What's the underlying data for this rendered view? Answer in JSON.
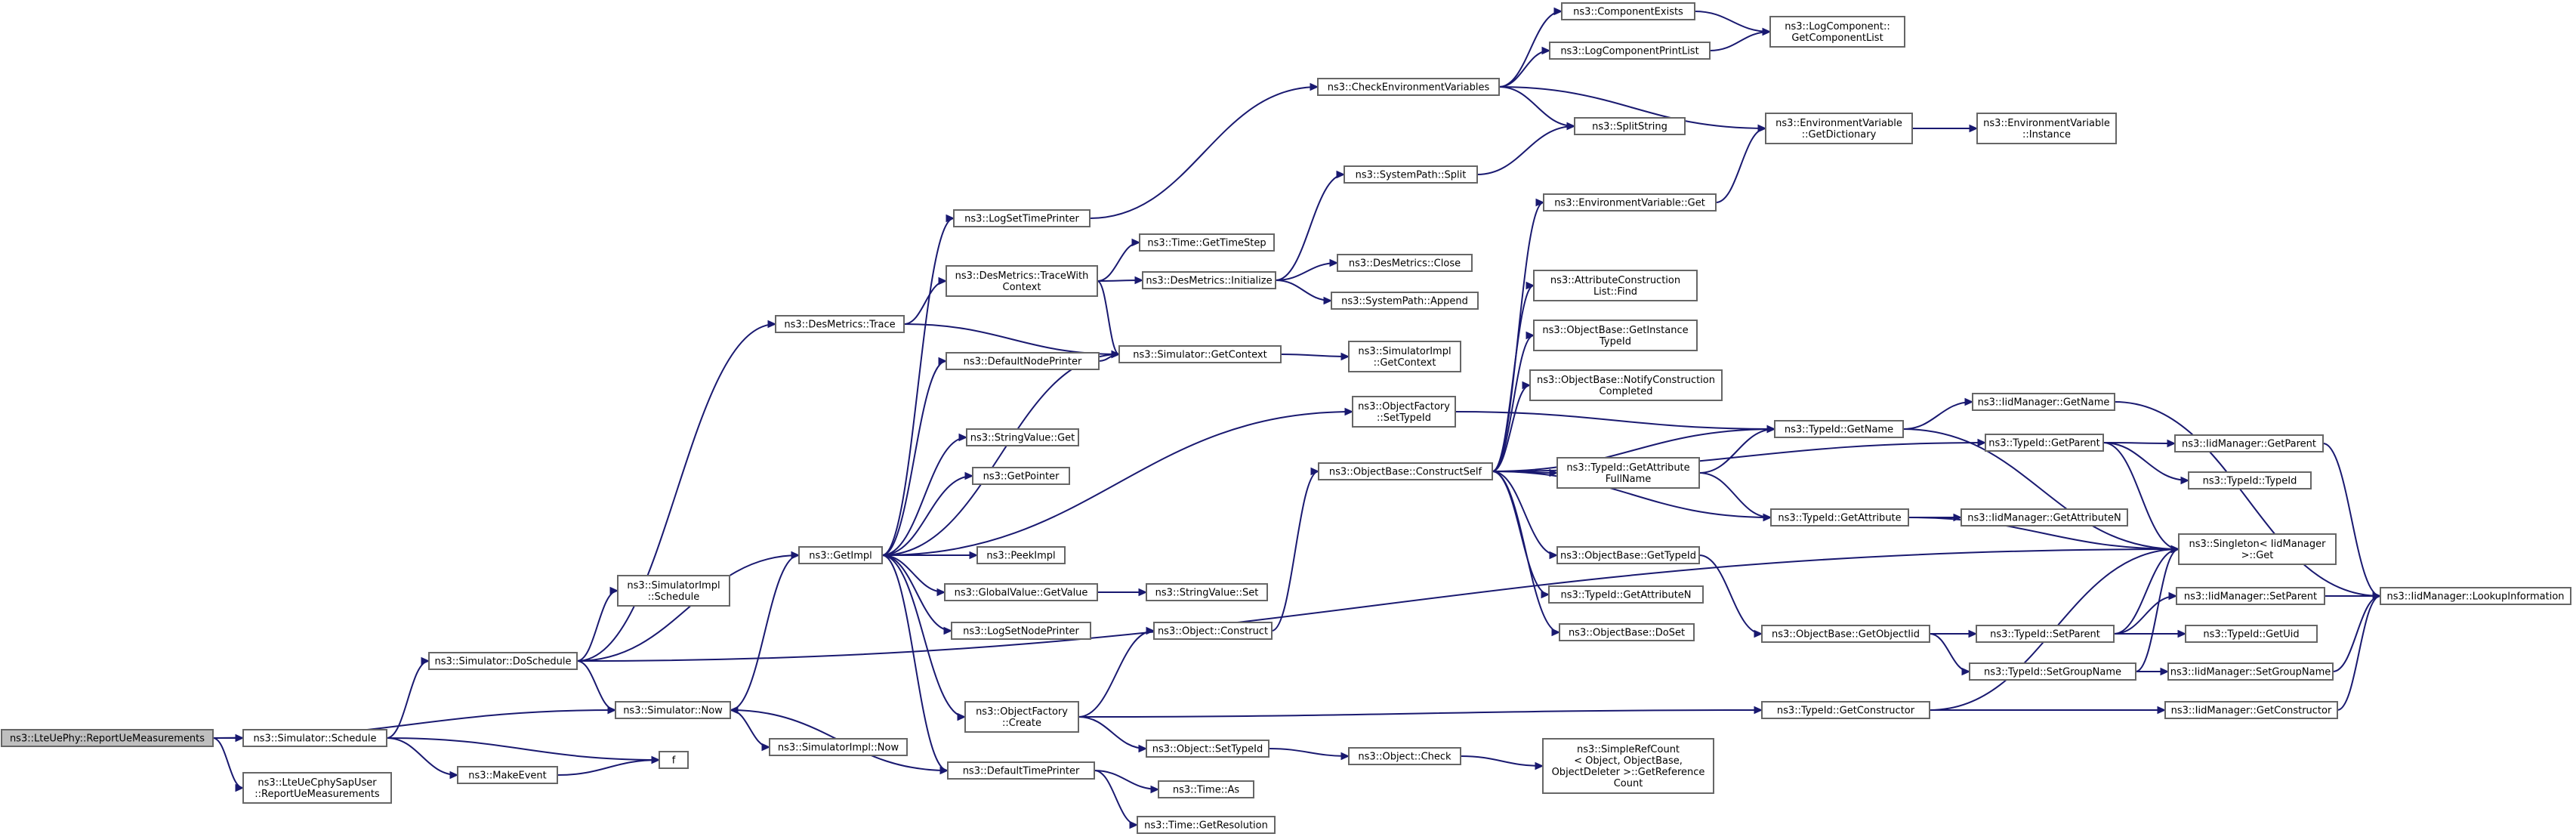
{
  "graph": {
    "nodes": [
      {
        "id": "root",
        "lines": [
          "ns3::LteUePhy::ReportUeMeasurements"
        ]
      },
      {
        "id": "sched",
        "lines": [
          "ns3::Simulator::Schedule"
        ]
      },
      {
        "id": "ltecphy",
        "lines": [
          "ns3::LteUeCphySapUser",
          "::ReportUeMeasurements"
        ]
      },
      {
        "id": "dosched",
        "lines": [
          "ns3::Simulator::DoSchedule"
        ]
      },
      {
        "id": "now",
        "lines": [
          "ns3::Simulator::Now"
        ]
      },
      {
        "id": "makeevent",
        "lines": [
          "ns3::MakeEvent"
        ]
      },
      {
        "id": "f",
        "lines": [
          "f"
        ]
      },
      {
        "id": "simimplsched",
        "lines": [
          "ns3::SimulatorImpl",
          "::Schedule"
        ]
      },
      {
        "id": "desmtrace",
        "lines": [
          "ns3::DesMetrics::Trace"
        ]
      },
      {
        "id": "getimpl",
        "lines": [
          "ns3::GetImpl"
        ]
      },
      {
        "id": "simimplnow",
        "lines": [
          "ns3::SimulatorImpl::Now"
        ]
      },
      {
        "id": "logsettimeprinter",
        "lines": [
          "ns3::LogSetTimePrinter"
        ]
      },
      {
        "id": "tracewithctx",
        "lines": [
          "ns3::DesMetrics::TraceWith",
          "Context"
        ]
      },
      {
        "id": "defaultnodeprinter",
        "lines": [
          "ns3::DefaultNodePrinter"
        ]
      },
      {
        "id": "stringvalueget",
        "lines": [
          "ns3::StringValue::Get"
        ]
      },
      {
        "id": "getpointer",
        "lines": [
          "ns3::GetPointer"
        ]
      },
      {
        "id": "peekimpl",
        "lines": [
          "ns3::PeekImpl"
        ]
      },
      {
        "id": "globalvalueget",
        "lines": [
          "ns3::GlobalValue::GetValue"
        ]
      },
      {
        "id": "logsetnodeprinter",
        "lines": [
          "ns3::LogSetNodePrinter"
        ]
      },
      {
        "id": "objfactorycreate",
        "lines": [
          "ns3::ObjectFactory",
          "::Create"
        ]
      },
      {
        "id": "defaulttimeprinter",
        "lines": [
          "ns3::DefaultTimePrinter"
        ]
      },
      {
        "id": "checkenv",
        "lines": [
          "ns3::CheckEnvironmentVariables"
        ]
      },
      {
        "id": "timegettimestep",
        "lines": [
          "ns3::Time::GetTimeStep"
        ]
      },
      {
        "id": "desminit",
        "lines": [
          "ns3::DesMetrics::Initialize"
        ]
      },
      {
        "id": "simgetctx",
        "lines": [
          "ns3::Simulator::GetContext"
        ]
      },
      {
        "id": "stringvalueset",
        "lines": [
          "ns3::StringValue::Set"
        ]
      },
      {
        "id": "objconstruct",
        "lines": [
          "ns3::Object::Construct"
        ]
      },
      {
        "id": "objsettypeid",
        "lines": [
          "ns3::Object::SetTypeId"
        ]
      },
      {
        "id": "timeas",
        "lines": [
          "ns3::Time::As"
        ]
      },
      {
        "id": "timegetres",
        "lines": [
          "ns3::Time::GetResolution"
        ]
      },
      {
        "id": "compexists",
        "lines": [
          "ns3::ComponentExists"
        ]
      },
      {
        "id": "logcompprintlist",
        "lines": [
          "ns3::LogComponentPrintList"
        ]
      },
      {
        "id": "splitstring",
        "lines": [
          "ns3::SplitString"
        ]
      },
      {
        "id": "syspathsplit",
        "lines": [
          "ns3::SystemPath::Split"
        ]
      },
      {
        "id": "desmclose",
        "lines": [
          "ns3::DesMetrics::Close"
        ]
      },
      {
        "id": "syspathappend",
        "lines": [
          "ns3::SystemPath::Append"
        ]
      },
      {
        "id": "simimplgetctx",
        "lines": [
          "ns3::SimulatorImpl",
          "::GetContext"
        ]
      },
      {
        "id": "objfactorysettypeid",
        "lines": [
          "ns3::ObjectFactory",
          "::SetTypeId"
        ]
      },
      {
        "id": "constructself",
        "lines": [
          "ns3::ObjectBase::ConstructSelf"
        ]
      },
      {
        "id": "objcheck",
        "lines": [
          "ns3::Object::Check"
        ]
      },
      {
        "id": "logcompgetlist",
        "lines": [
          "ns3::LogComponent::",
          "GetComponentList"
        ]
      },
      {
        "id": "envvarget",
        "lines": [
          "ns3::EnvironmentVariable::Get"
        ]
      },
      {
        "id": "attrconstrfind",
        "lines": [
          "ns3::AttributeConstruction",
          "List::Find"
        ]
      },
      {
        "id": "getinstancetypeid",
        "lines": [
          "ns3::ObjectBase::GetInstance",
          "TypeId"
        ]
      },
      {
        "id": "notifyconstr",
        "lines": [
          "ns3::ObjectBase::NotifyConstruction",
          "Completed"
        ]
      },
      {
        "id": "gettypeidattrfull",
        "lines": [
          "ns3::TypeId::GetAttribute",
          "FullName"
        ]
      },
      {
        "id": "objbasegettypeid",
        "lines": [
          "ns3::ObjectBase::GetTypeId"
        ]
      },
      {
        "id": "typeidgetattrn",
        "lines": [
          "ns3::TypeId::GetAttributeN"
        ]
      },
      {
        "id": "objbasedoset",
        "lines": [
          "ns3::ObjectBase::DoSet"
        ]
      },
      {
        "id": "simplerefcount",
        "lines": [
          "ns3::SimpleRefCount",
          "< Object, ObjectBase,",
          "ObjectDeleter >::GetReference",
          "Count"
        ]
      },
      {
        "id": "envvargetdict",
        "lines": [
          "ns3::EnvironmentVariable",
          "::GetDictionary"
        ]
      },
      {
        "id": "typeidgetname",
        "lines": [
          "ns3::TypeId::GetName"
        ]
      },
      {
        "id": "typeidgetattr",
        "lines": [
          "ns3::TypeId::GetAttribute"
        ]
      },
      {
        "id": "getobjectiid",
        "lines": [
          "ns3::ObjectBase::GetObjectIid"
        ]
      },
      {
        "id": "typeidgetctor",
        "lines": [
          "ns3::TypeId::GetConstructor"
        ]
      },
      {
        "id": "envvarinstance",
        "lines": [
          "ns3::EnvironmentVariable",
          "::Instance"
        ]
      },
      {
        "id": "iidgetname",
        "lines": [
          "ns3::IidManager::GetName"
        ]
      },
      {
        "id": "typeidgetparent",
        "lines": [
          "ns3::TypeId::GetParent"
        ]
      },
      {
        "id": "iidgetattrn",
        "lines": [
          "ns3::IidManager::GetAttributeN"
        ]
      },
      {
        "id": "singletonget",
        "lines": [
          "ns3::Singleton< IidManager",
          " >::Get"
        ]
      },
      {
        "id": "typeidsetparent",
        "lines": [
          "ns3::TypeId::SetParent"
        ]
      },
      {
        "id": "typeidsetgroupname",
        "lines": [
          "ns3::TypeId::SetGroupName"
        ]
      },
      {
        "id": "iidgetparent",
        "lines": [
          "ns3::IidManager::GetParent"
        ]
      },
      {
        "id": "typeidtypeid",
        "lines": [
          "ns3::TypeId::TypeId"
        ]
      },
      {
        "id": "iidsetparent",
        "lines": [
          "ns3::IidManager::SetParent"
        ]
      },
      {
        "id": "typeidgetuid",
        "lines": [
          "ns3::TypeId::GetUid"
        ]
      },
      {
        "id": "iidsetgroupname",
        "lines": [
          "ns3::IidManager::SetGroupName"
        ]
      },
      {
        "id": "iidgetctor",
        "lines": [
          "ns3::IidManager::GetConstructor"
        ]
      },
      {
        "id": "iidlookup",
        "lines": [
          "ns3::IidManager::LookupInformation"
        ]
      }
    ],
    "edges": [
      [
        "root",
        "sched"
      ],
      [
        "root",
        "ltecphy"
      ],
      [
        "root",
        "now"
      ],
      [
        "sched",
        "dosched"
      ],
      [
        "sched",
        "makeevent"
      ],
      [
        "sched",
        "f"
      ],
      [
        "makeevent",
        "f"
      ],
      [
        "dosched",
        "simimplsched"
      ],
      [
        "dosched",
        "desmtrace"
      ],
      [
        "dosched",
        "getimpl"
      ],
      [
        "dosched",
        "now"
      ],
      [
        "dosched",
        "singletonget"
      ],
      [
        "now",
        "getimpl"
      ],
      [
        "now",
        "simimplnow"
      ],
      [
        "desmtrace",
        "tracewithctx"
      ],
      [
        "desmtrace",
        "simgetctx"
      ],
      [
        "getimpl",
        "logsettimeprinter"
      ],
      [
        "getimpl",
        "defaultnodeprinter"
      ],
      [
        "getimpl",
        "simgetctx"
      ],
      [
        "getimpl",
        "stringvalueget"
      ],
      [
        "getimpl",
        "getpointer"
      ],
      [
        "getimpl",
        "peekimpl"
      ],
      [
        "getimpl",
        "globalvalueget"
      ],
      [
        "getimpl",
        "logsetnodeprinter"
      ],
      [
        "getimpl",
        "objfactorycreate"
      ],
      [
        "getimpl",
        "defaulttimeprinter"
      ],
      [
        "getimpl",
        "objfactorysettypeid"
      ],
      [
        "logsettimeprinter",
        "checkenv"
      ],
      [
        "tracewithctx",
        "timegettimestep"
      ],
      [
        "tracewithctx",
        "desminit"
      ],
      [
        "tracewithctx",
        "simgetctx"
      ],
      [
        "defaultnodeprinter",
        "simgetctx"
      ],
      [
        "globalvalueget",
        "stringvalueset"
      ],
      [
        "objfactorycreate",
        "objconstruct"
      ],
      [
        "objfactorycreate",
        "objsettypeid"
      ],
      [
        "objfactorycreate",
        "typeidgetctor"
      ],
      [
        "defaulttimeprinter",
        "now"
      ],
      [
        "defaulttimeprinter",
        "timeas"
      ],
      [
        "defaulttimeprinter",
        "timegetres"
      ],
      [
        "checkenv",
        "compexists"
      ],
      [
        "checkenv",
        "logcompprintlist"
      ],
      [
        "checkenv",
        "splitstring"
      ],
      [
        "checkenv",
        "envvargetdict"
      ],
      [
        "desminit",
        "syspathsplit"
      ],
      [
        "desminit",
        "desmclose"
      ],
      [
        "desminit",
        "syspathappend"
      ],
      [
        "simgetctx",
        "simimplgetctx"
      ],
      [
        "objconstruct",
        "constructself"
      ],
      [
        "objsettypeid",
        "objcheck"
      ],
      [
        "objfactorysettypeid",
        "typeidgetname"
      ],
      [
        "syspathsplit",
        "splitstring"
      ],
      [
        "compexists",
        "logcompgetlist"
      ],
      [
        "logcompprintlist",
        "logcompgetlist"
      ],
      [
        "objcheck",
        "simplerefcount"
      ],
      [
        "constructself",
        "envvarget"
      ],
      [
        "constructself",
        "attrconstrfind"
      ],
      [
        "constructself",
        "getinstancetypeid"
      ],
      [
        "constructself",
        "notifyconstr"
      ],
      [
        "constructself",
        "gettypeidattrfull"
      ],
      [
        "constructself",
        "objbasegettypeid"
      ],
      [
        "constructself",
        "typeidgetattrn"
      ],
      [
        "constructself",
        "objbasedoset"
      ],
      [
        "constructself",
        "typeidgetname"
      ],
      [
        "constructself",
        "typeidgetattr"
      ],
      [
        "constructself",
        "typeidgetparent"
      ],
      [
        "envvarget",
        "envvargetdict"
      ],
      [
        "envvargetdict",
        "envvarinstance"
      ],
      [
        "gettypeidattrfull",
        "typeidgetname"
      ],
      [
        "gettypeidattrfull",
        "typeidgetattr"
      ],
      [
        "objbasegettypeid",
        "getobjectiid"
      ],
      [
        "typeidgetname",
        "iidgetname"
      ],
      [
        "typeidgetname",
        "singletonget"
      ],
      [
        "typeidgetattr",
        "iidgetattrn"
      ],
      [
        "typeidgetattr",
        "singletonget"
      ],
      [
        "getobjectiid",
        "typeidsetparent"
      ],
      [
        "getobjectiid",
        "typeidsetgroupname"
      ],
      [
        "typeidgetctor",
        "iidgetctor"
      ],
      [
        "typeidgetctor",
        "singletonget"
      ],
      [
        "typeidgetparent",
        "iidgetparent"
      ],
      [
        "typeidgetparent",
        "typeidtypeid"
      ],
      [
        "typeidgetparent",
        "singletonget"
      ],
      [
        "typeidsetparent",
        "singletonget"
      ],
      [
        "typeidsetparent",
        "iidsetparent"
      ],
      [
        "typeidsetparent",
        "typeidgetuid"
      ],
      [
        "typeidsetgroupname",
        "singletonget"
      ],
      [
        "typeidsetgroupname",
        "iidsetgroupname"
      ],
      [
        "iidgetname",
        "iidlookup"
      ],
      [
        "iidgetparent",
        "iidlookup"
      ],
      [
        "iidsetparent",
        "iidlookup"
      ],
      [
        "iidsetgroupname",
        "iidlookup"
      ],
      [
        "iidgetctor",
        "iidlookup"
      ]
    ]
  }
}
